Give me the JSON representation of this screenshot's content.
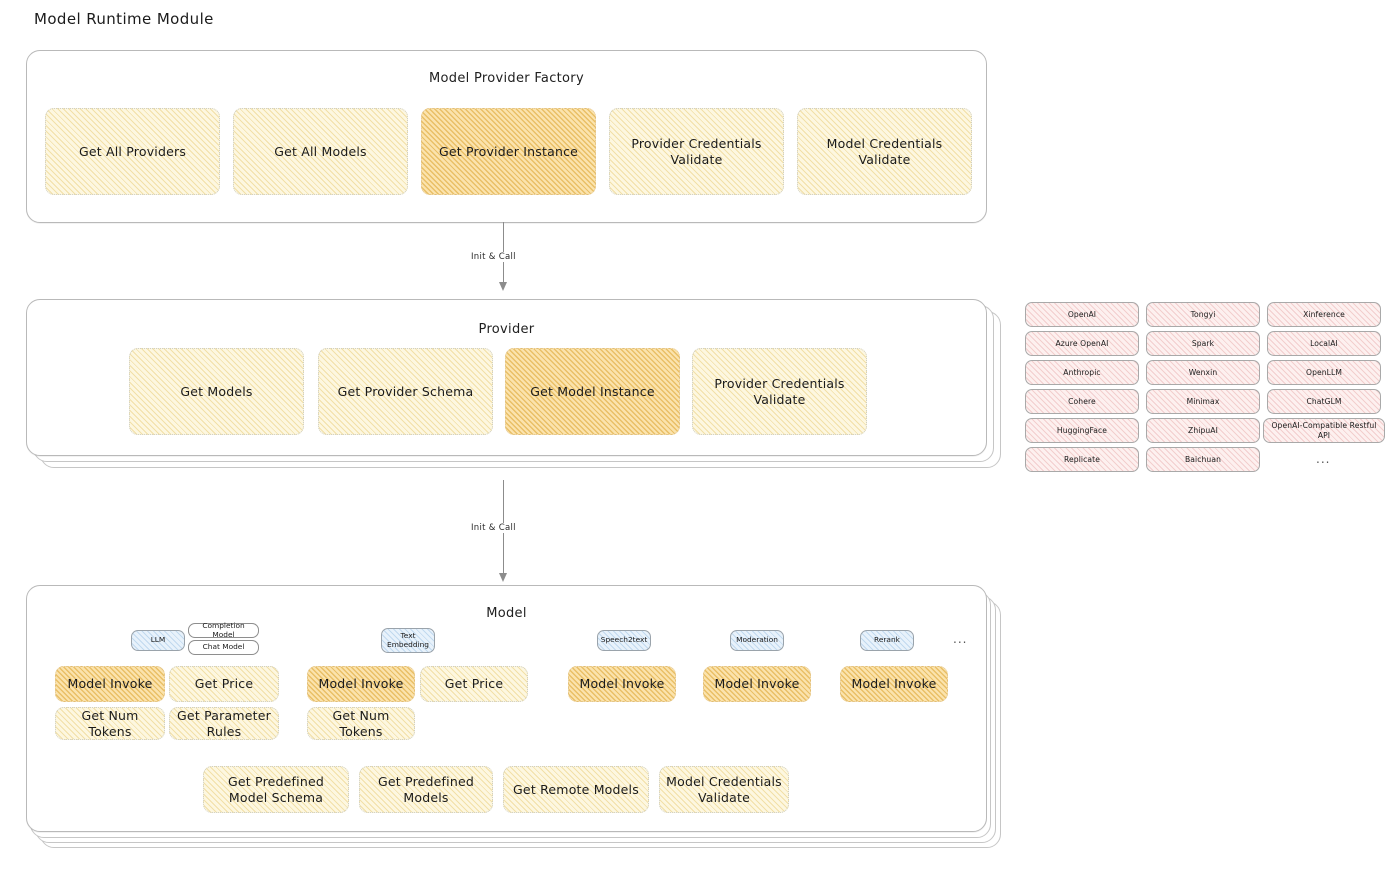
{
  "title": "Model Runtime Module",
  "factory": {
    "title": "Model Provider Factory",
    "nodes": [
      {
        "label": "Get All Providers",
        "highlight": false
      },
      {
        "label": "Get All Models",
        "highlight": false
      },
      {
        "label": "Get Provider Instance",
        "highlight": true
      },
      {
        "label": "Provider Credentials Validate",
        "highlight": false
      },
      {
        "label": "Model Credentials Validate",
        "highlight": false
      }
    ]
  },
  "connector1": {
    "label": "Init & Call"
  },
  "provider": {
    "title": "Provider",
    "nodes": [
      {
        "label": "Get Models",
        "highlight": false
      },
      {
        "label": "Get Provider Schema",
        "highlight": false
      },
      {
        "label": "Get Model Instance",
        "highlight": true
      },
      {
        "label": "Provider Credentials Validate",
        "highlight": false
      }
    ]
  },
  "connector2": {
    "label": "Init & Call"
  },
  "provider_list": {
    "columns": [
      [
        "OpenAI",
        "Azure OpenAI",
        "Anthropic",
        "Cohere",
        "HuggingFace",
        "Replicate"
      ],
      [
        "Tongyi",
        "Spark",
        "Wenxin",
        "Minimax",
        "ZhipuAI",
        "Baichuan"
      ],
      [
        "Xinference",
        "LocalAI",
        "OpenLLM",
        "ChatGLM",
        "OpenAI-Compatible Restful API"
      ]
    ],
    "more": "..."
  },
  "model": {
    "title": "Model",
    "more": "...",
    "types": [
      {
        "badge": "LLM",
        "sub_badges": [
          "Completion Model",
          "Chat Model"
        ],
        "ops": [
          {
            "label": "Model Invoke",
            "highlight": true
          },
          {
            "label": "Get Price",
            "highlight": false
          },
          {
            "label": "Get Num Tokens",
            "highlight": false
          },
          {
            "label": "Get Parameter Rules",
            "highlight": false
          }
        ]
      },
      {
        "badge": "Text Embedding",
        "sub_badges": [],
        "ops": [
          {
            "label": "Model Invoke",
            "highlight": true
          },
          {
            "label": "Get Price",
            "highlight": false
          },
          {
            "label": "Get Num Tokens",
            "highlight": false
          }
        ]
      },
      {
        "badge": "Speech2text",
        "sub_badges": [],
        "ops": [
          {
            "label": "Model Invoke",
            "highlight": true
          }
        ]
      },
      {
        "badge": "Moderation",
        "sub_badges": [],
        "ops": [
          {
            "label": "Model Invoke",
            "highlight": true
          }
        ]
      },
      {
        "badge": "Rerank",
        "sub_badges": [],
        "ops": [
          {
            "label": "Model Invoke",
            "highlight": true
          }
        ]
      }
    ],
    "common_ops": [
      "Get Predefined Model Schema",
      "Get Predefined Models",
      "Get Remote Models",
      "Model Credentials Validate"
    ]
  }
}
